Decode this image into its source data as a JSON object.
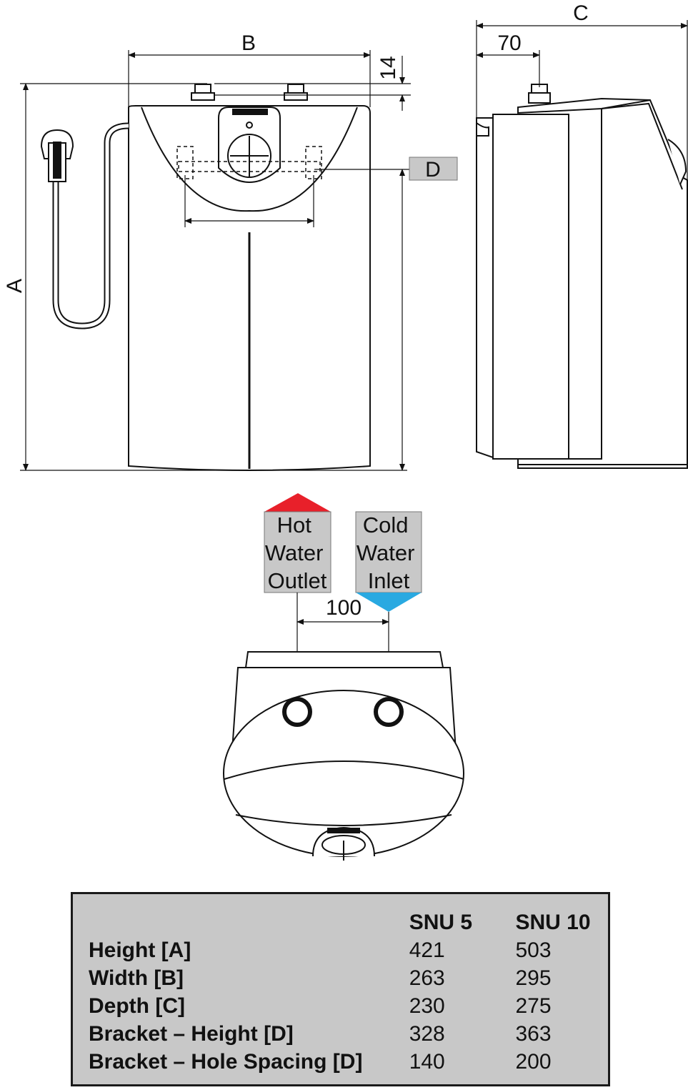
{
  "dimension_labels": {
    "a": "A",
    "b": "B",
    "c": "C",
    "d": "D",
    "top_offset": "14",
    "pipe_offset": "70",
    "connection_spacing": "100"
  },
  "connections": {
    "hot": "Hot\nWater\nOutlet",
    "cold": "Cold\nWater\nInlet"
  },
  "colors": {
    "hot_arrow": "#e8202a",
    "cold_arrow": "#29a9e1",
    "label_fill": "#c8c8c8",
    "table_fill": "#c8c8c8"
  },
  "spec_table": {
    "headers": [
      "",
      "SNU 5",
      "SNU 10"
    ],
    "rows": [
      {
        "label": "Height [A]",
        "snu5": "421",
        "snu10": "503"
      },
      {
        "label": "Width [B]",
        "snu5": "263",
        "snu10": "295"
      },
      {
        "label": "Depth [C]",
        "snu5": "230",
        "snu10": "275"
      },
      {
        "label": "Bracket – Height [D]",
        "snu5": "328",
        "snu10": "363"
      },
      {
        "label": "Bracket – Hole Spacing [D]",
        "snu5": "140",
        "snu10": "200"
      }
    ]
  }
}
